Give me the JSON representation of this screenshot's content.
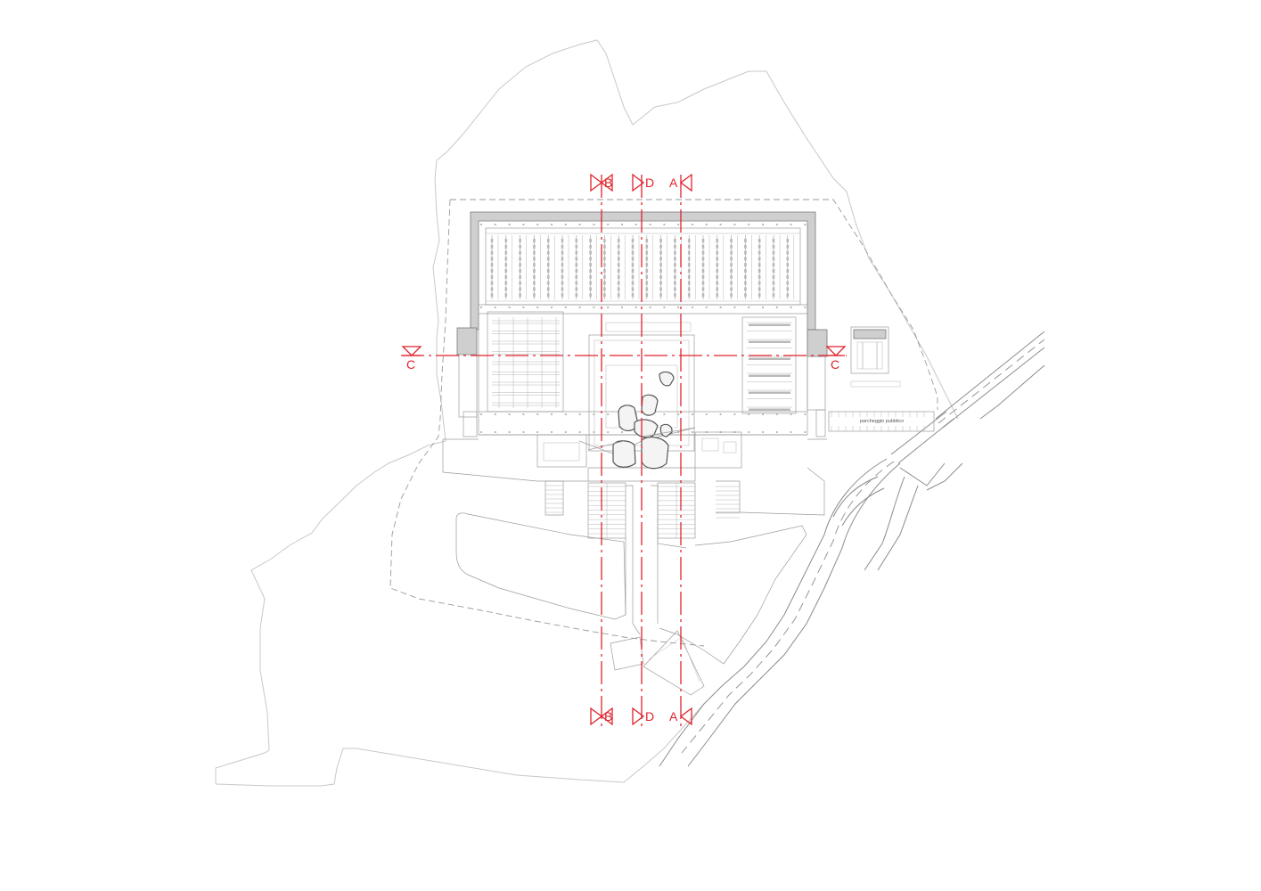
{
  "sections": {
    "b": "B",
    "d": "D",
    "a": "A",
    "c": "C"
  },
  "labels": {
    "parcheggio": "parcheggio pubblico"
  },
  "colors": {
    "section_line": "#e1222b",
    "site_line": "#c8c8c8",
    "building_line": "#9b9b9b"
  }
}
